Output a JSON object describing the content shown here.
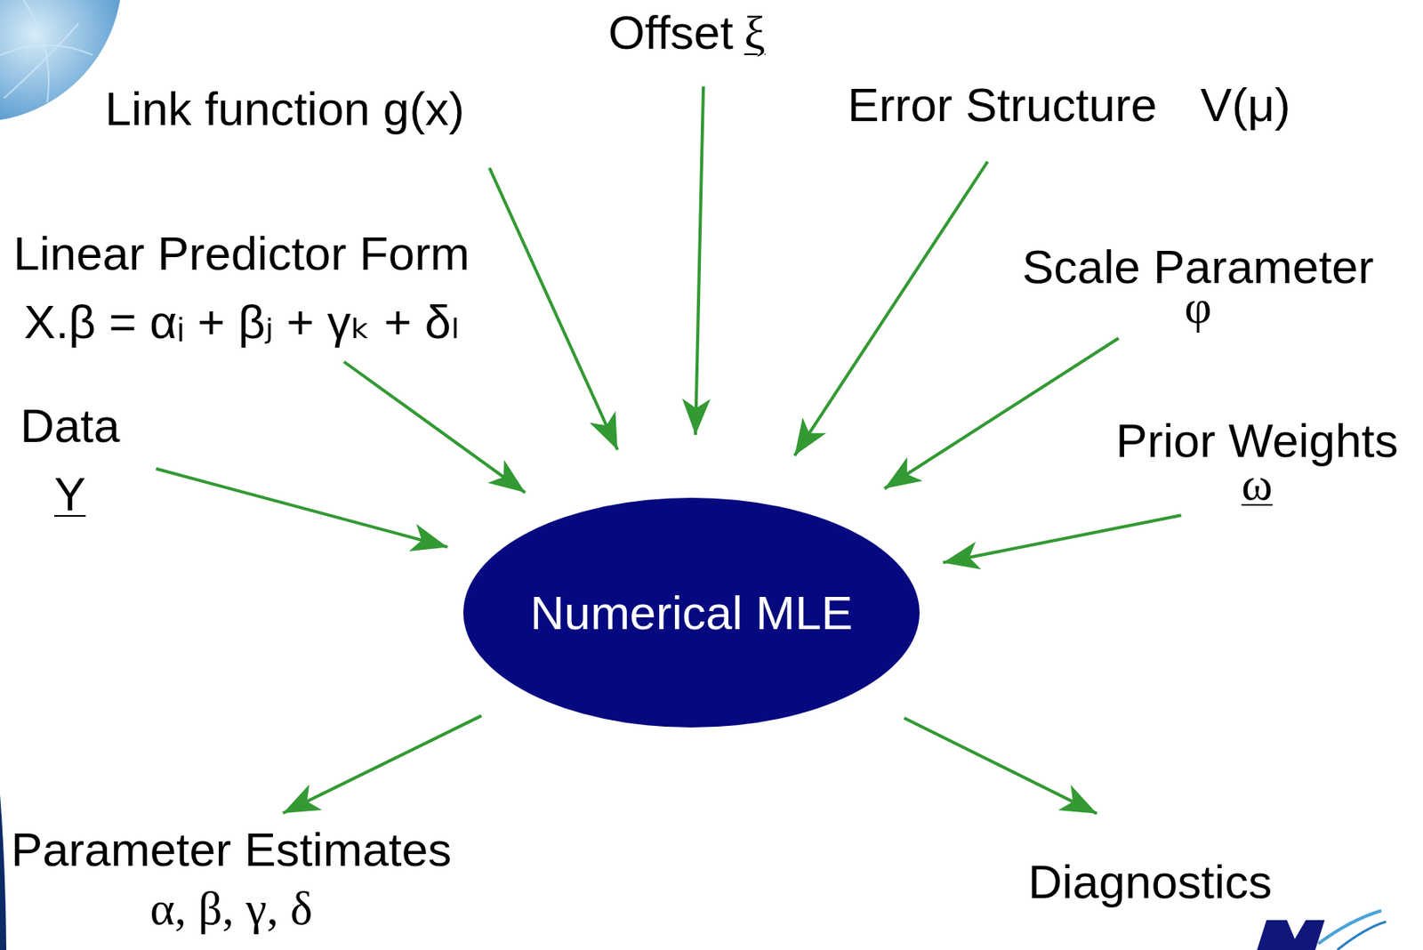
{
  "diagram": {
    "nodes": [
      {
        "text": [
          "Offset",
          "ξ"
        ]
      },
      {
        "text": [
          "Link function g(x)"
        ]
      },
      {
        "text": [
          "Error Structure",
          "V(μ)"
        ]
      },
      {
        "text": [
          "Linear Predictor Form",
          "X.β = αᵢ + βⱼ + γₖ + δₗ"
        ]
      },
      {
        "text": [
          "Scale Parameter",
          "φ"
        ]
      },
      {
        "text": [
          "Data",
          "Y"
        ]
      },
      {
        "text": [
          "Prior Weights",
          "ω"
        ]
      },
      {
        "text": [
          "Numerical MLE"
        ]
      },
      {
        "text": [
          "Parameter Estimates",
          "α, β, γ, δ"
        ]
      },
      {
        "text": [
          "Diagnostics"
        ]
      }
    ],
    "edges": [
      {
        "from": 5,
        "to": 7,
        "arrow": "to"
      },
      {
        "from": 3,
        "to": 7,
        "arrow": "to"
      },
      {
        "from": 1,
        "to": 7,
        "arrow": "to"
      },
      {
        "from": 0,
        "to": 7,
        "arrow": "to"
      },
      {
        "from": 2,
        "to": 7,
        "arrow": "to"
      },
      {
        "from": 4,
        "to": 7,
        "arrow": "to"
      },
      {
        "from": 6,
        "to": 7,
        "arrow": "to"
      },
      {
        "from": 7,
        "to": 8,
        "arrow": "to"
      },
      {
        "from": 7,
        "to": 9,
        "arrow": "to"
      }
    ]
  }
}
